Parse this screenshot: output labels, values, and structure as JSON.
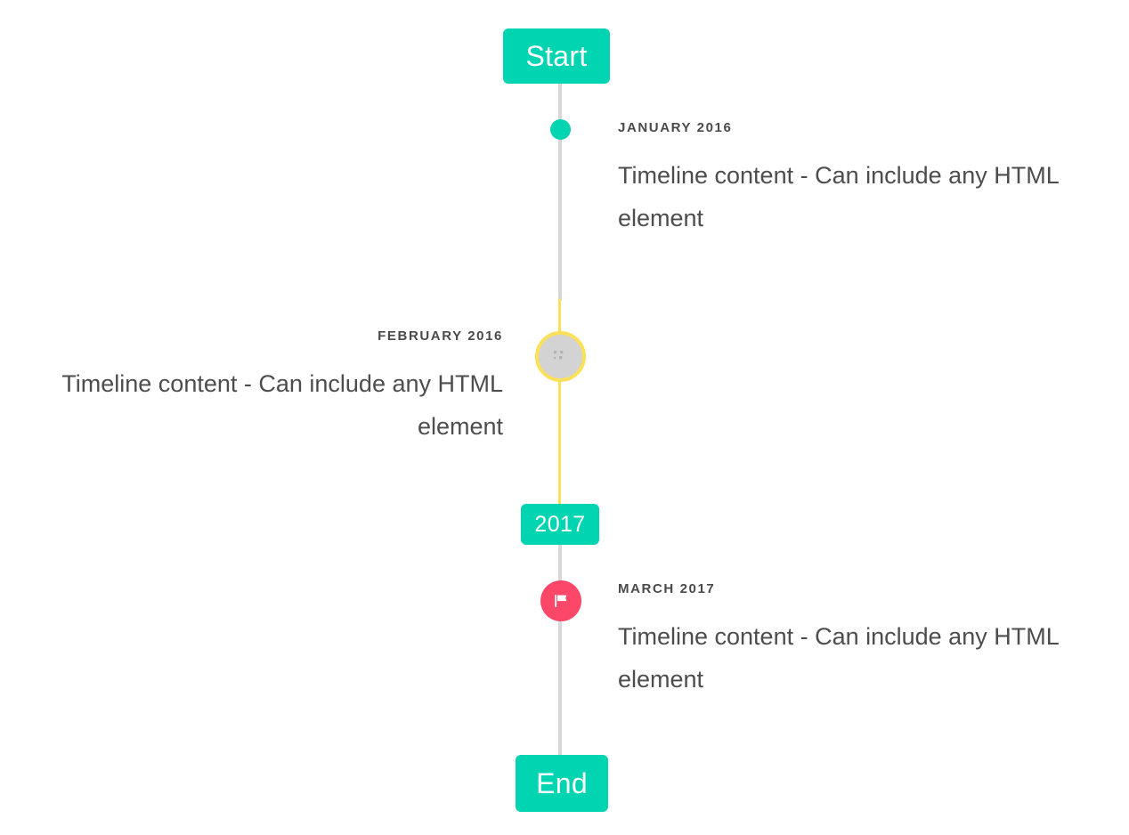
{
  "theme": {
    "accent_teal": "#00d4b1",
    "accent_yellow": "#fbe05a",
    "accent_pink": "#fc4768",
    "rail_grey": "#d7d7d7",
    "marker_grey": "#d3d3d3",
    "text_dark": "#4a4a4a",
    "text_body": "#4d4d4d",
    "background": "#ffffff"
  },
  "timeline": {
    "start_label": "Start",
    "end_label": "End",
    "year_badge_label": "2017",
    "entries": [
      {
        "date": "JANUARY 2016",
        "body": "Timeline content - Can include any HTML element",
        "side": "right",
        "marker": "dot-icon",
        "marker_color": "#00d4b1"
      },
      {
        "date": "FEBRUARY 2016",
        "body": "Timeline content - Can include any HTML element",
        "side": "left",
        "marker": "broken-image-icon",
        "marker_color": "#fbe05a"
      },
      {
        "date": "MARCH 2017",
        "body": "Timeline content - Can include any HTML element",
        "side": "right",
        "marker": "flag-icon",
        "marker_color": "#fc4768"
      }
    ]
  }
}
